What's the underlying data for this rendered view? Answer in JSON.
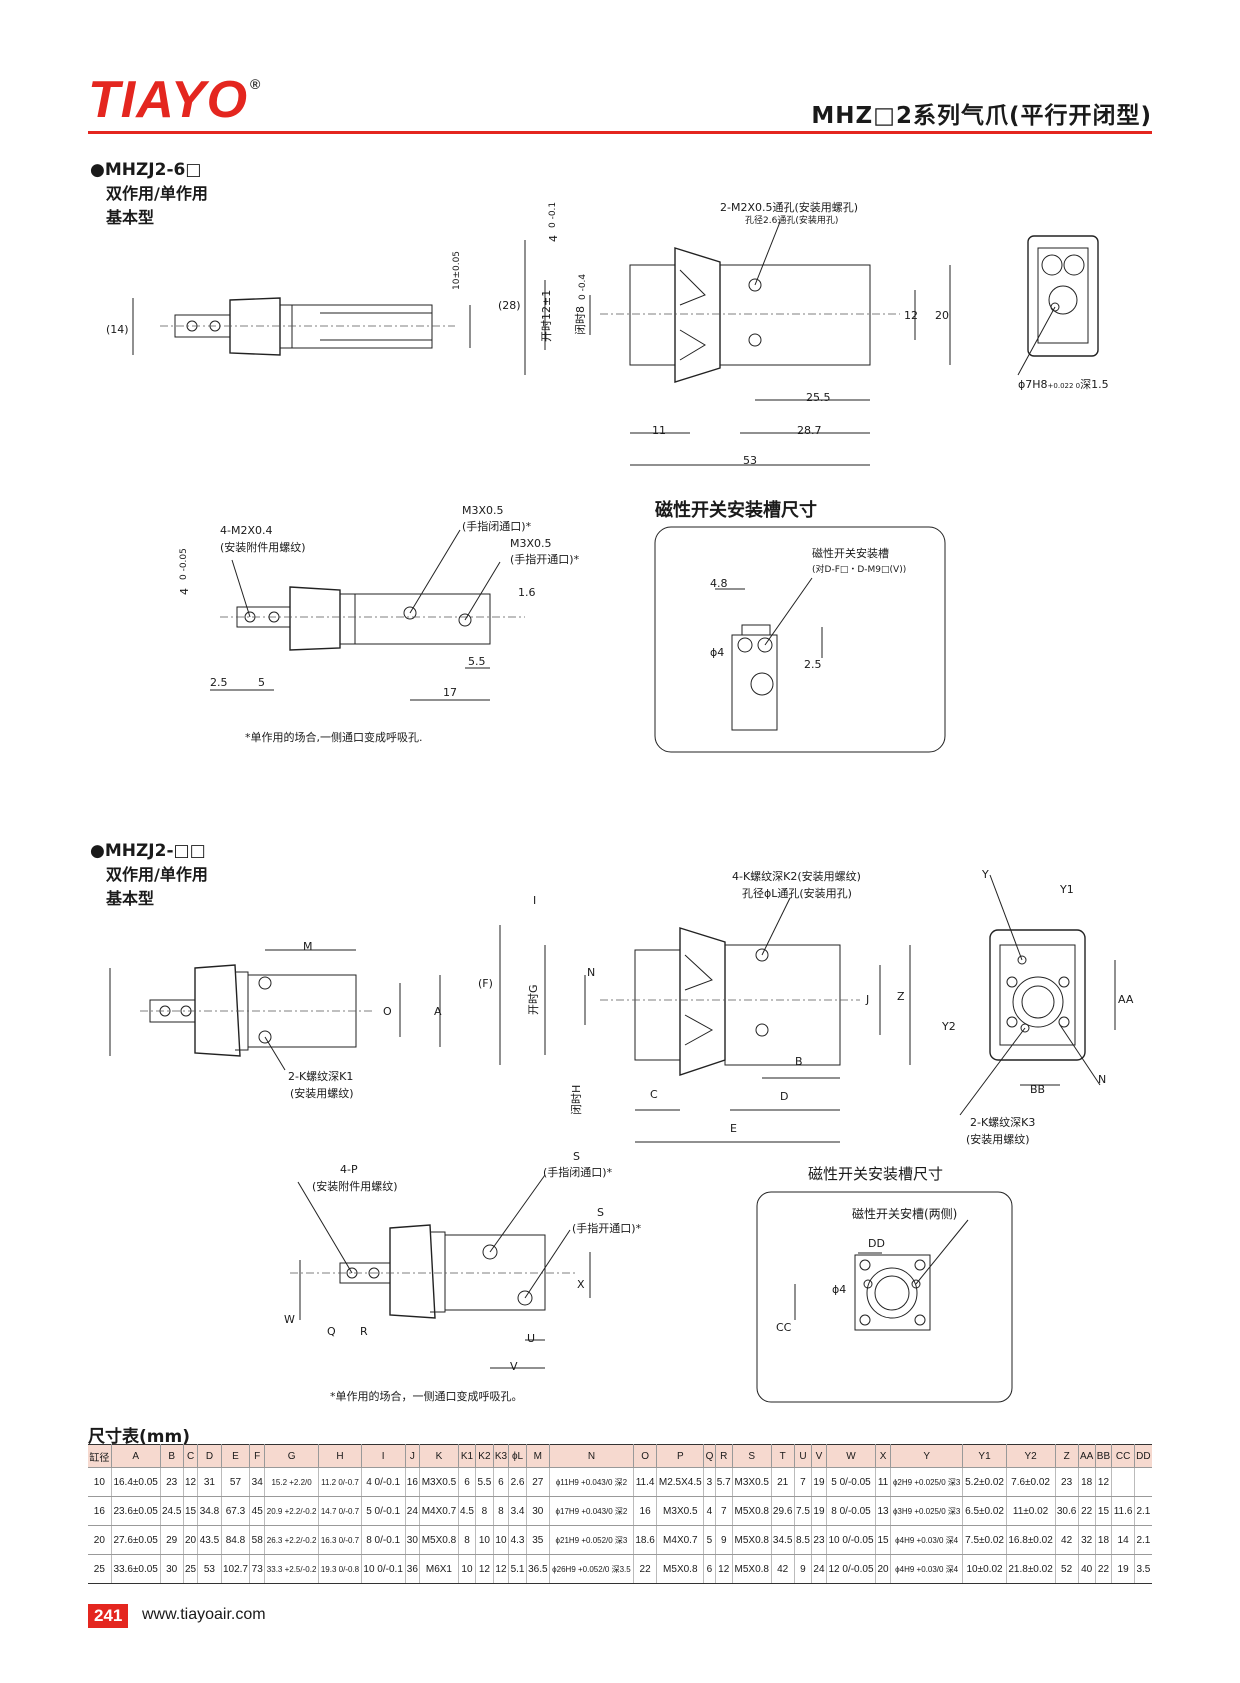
{
  "header": {
    "brand": "TIAYO",
    "registered": "®",
    "title": "MHZ□2系列气爪(平行开闭型)"
  },
  "section1": {
    "model": "●MHZJ2-6□",
    "action": "双作用/单作用",
    "type": "基本型",
    "labels": {
      "d14": "(14)",
      "d10": "10±0.05",
      "d4": "4",
      "tol4": "0 -0.1",
      "hole_top": "2-M2X0.5通孔(安装用螺孔)",
      "hole_top_sub": "孔径2.6通孔(安装用孔)",
      "d28": "(28)",
      "open12": "开时12±1",
      "close8": "闭时8",
      "tol8": "0 -0.4",
      "d12": "12",
      "d20": "20",
      "d25_5": "25.5",
      "d11": "11",
      "d28_7": "28.7",
      "d53": "53",
      "phi7": "ϕ7H8",
      "phi7_tol": "+0.022 0",
      "phi7_depth": "深1.5",
      "m2": "4-M2X0.4",
      "m2_sub": "(安装附件用螺纹)",
      "m3a": "M3X0.5",
      "m3a_sub": "(手指闭通口)*",
      "m3b": "M3X0.5",
      "m3b_sub": "(手指开通口)*",
      "d4b": "4",
      "tol4b": "0 -0.05",
      "d1_6": "1.6",
      "d2_5": "2.5",
      "d5": "5",
      "d5_5": "5.5",
      "d17": "17",
      "note": "*单作用的场合,一侧通口变成呼吸孔."
    },
    "switch_title": "磁性开关安装槽尺寸",
    "switch": {
      "slot": "磁性开关安装槽",
      "slot_sub": "(对D-F□・D-M9□(V))",
      "d4_8": "4.8",
      "phi4": "ϕ4",
      "d2_5": "2.5"
    }
  },
  "section2": {
    "model": "●MHZJ2-□□",
    "action": "双作用/单作用",
    "type": "基本型",
    "labels": {
      "M": "M",
      "O": "O",
      "A": "A",
      "k1": "2-K螺纹深K1",
      "k1_sub": "(安装用螺纹)",
      "I": "I",
      "F": "(F)",
      "G": "开时G",
      "H": "闭时H",
      "N": "N",
      "k2": "4-K螺纹深K2(安装用螺纹)",
      "k2_sub": "孔径ϕL通孔(安装用孔)",
      "J": "J",
      "Z": "Z",
      "B": "B",
      "C": "C",
      "D": "D",
      "E": "E",
      "Y": "Y",
      "Y1": "Y1",
      "Y2": "Y2",
      "AA": "AA",
      "BB": "BB",
      "N2": "N",
      "k3": "2-K螺纹深K3",
      "k3_sub": "(安装用螺纹)",
      "P": "4-P",
      "P_sub": "(安装附件用螺纹)",
      "S1": "S",
      "S1_sub": "(手指闭通口)*",
      "S2": "S",
      "S2_sub": "(手指开通口)*",
      "X": "X",
      "W": "W",
      "Q": "Q",
      "R": "R",
      "U": "U",
      "V": "V",
      "note": "*单作用的场合，一侧通口变成呼吸孔。"
    },
    "switch_title": "磁性开关安装槽尺寸",
    "switch": {
      "slot": "磁性开关安槽(两侧)",
      "DD": "DD",
      "phi4": "ϕ4",
      "CC": "CC"
    }
  },
  "table": {
    "title": "尺寸表(mm)",
    "headers": [
      "缸径",
      "A",
      "B",
      "C",
      "D",
      "E",
      "F",
      "G",
      "H",
      "I",
      "J",
      "K",
      "K1",
      "K2",
      "K3",
      "ϕL",
      "M",
      "N",
      "O",
      "P",
      "Q",
      "R",
      "S",
      "T",
      "U",
      "V",
      "W",
      "X",
      "Y",
      "Y1",
      "Y2",
      "Z",
      "AA",
      "BB",
      "CC",
      "DD"
    ],
    "rows": [
      [
        "10",
        "16.4±0.05",
        "23",
        "12",
        "31",
        "57",
        "34",
        "15.2 +2.2/0",
        "11.2 0/-0.7",
        "4 0/-0.1",
        "16",
        "M3X0.5",
        "6",
        "5.5",
        "6",
        "2.6",
        "27",
        "ϕ11H9 +0.043/0 深2",
        "11.4",
        "M2.5X4.5",
        "3",
        "5.7",
        "M3X0.5",
        "21",
        "7",
        "19",
        "5 0/-0.05",
        "11",
        "ϕ2H9 +0.025/0 深3",
        "5.2±0.02",
        "7.6±0.02",
        "23",
        "18",
        "12",
        "",
        ""
      ],
      [
        "16",
        "23.6±0.05",
        "24.5",
        "15",
        "34.8",
        "67.3",
        "45",
        "20.9 +2.2/-0.2",
        "14.7 0/-0.7",
        "5 0/-0.1",
        "24",
        "M4X0.7",
        "4.5",
        "8",
        "8",
        "3.4",
        "30",
        "ϕ17H9 +0.043/0 深2",
        "16",
        "M3X0.5",
        "4",
        "7",
        "M5X0.8",
        "29.6",
        "7.5",
        "19",
        "8 0/-0.05",
        "13",
        "ϕ3H9 +0.025/0 深3",
        "6.5±0.02",
        "11±0.02",
        "30.6",
        "22",
        "15",
        "11.6",
        "2.1"
      ],
      [
        "20",
        "27.6±0.05",
        "29",
        "20",
        "43.5",
        "84.8",
        "58",
        "26.3 +2.2/-0.2",
        "16.3 0/-0.7",
        "8 0/-0.1",
        "30",
        "M5X0.8",
        "8",
        "10",
        "10",
        "4.3",
        "35",
        "ϕ21H9 +0.052/0 深3",
        "18.6",
        "M4X0.7",
        "5",
        "9",
        "M5X0.8",
        "34.5",
        "8.5",
        "23",
        "10 0/-0.05",
        "15",
        "ϕ4H9 +0.03/0 深4",
        "7.5±0.02",
        "16.8±0.02",
        "42",
        "32",
        "18",
        "14",
        "2.1"
      ],
      [
        "25",
        "33.6±0.05",
        "30",
        "25",
        "53",
        "102.7",
        "73",
        "33.3 +2.5/-0.2",
        "19.3 0/-0.8",
        "10 0/-0.1",
        "36",
        "M6X1",
        "10",
        "12",
        "12",
        "5.1",
        "36.5",
        "ϕ26H9 +0.052/0 深3.5",
        "22",
        "M5X0.8",
        "6",
        "12",
        "M5X0.8",
        "42",
        "9",
        "24",
        "12 0/-0.05",
        "20",
        "ϕ4H9 +0.03/0 深4",
        "10±0.02",
        "21.8±0.02",
        "52",
        "40",
        "22",
        "19",
        "3.5"
      ]
    ]
  },
  "footer": {
    "page": "241",
    "url": "www.tiayoair.com"
  }
}
